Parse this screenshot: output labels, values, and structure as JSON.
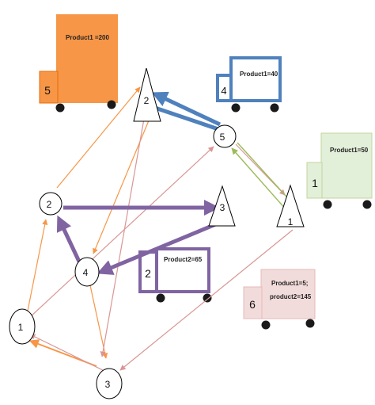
{
  "colors": {
    "orange": "#f79646",
    "blue": "#4f81bd",
    "purple": "#8064a2",
    "green": "#9bbb59",
    "salmon": "#d99694",
    "light_orange": "#f8c08a",
    "light_green": "#e2efd9",
    "light_red": "#f2dcdb",
    "wheel": "#1a1a1a"
  },
  "depots": [
    {
      "label": "1"
    },
    {
      "label": "2"
    },
    {
      "label": "3"
    }
  ],
  "customers": [
    {
      "label": "1"
    },
    {
      "label": "2"
    },
    {
      "label": "3"
    },
    {
      "label": "4"
    },
    {
      "label": "5"
    }
  ],
  "trucks": [
    {
      "number": "5",
      "cargo": "Product1 =200",
      "color": "orange"
    },
    {
      "number": "4",
      "cargo": "Product1=40",
      "color": "blue"
    },
    {
      "number": "1",
      "cargo": "Product1=50",
      "color": "green"
    },
    {
      "number": "2",
      "cargo": "Product2=65",
      "color": "purple"
    },
    {
      "number": "6",
      "cargo_line1": "Product1=5;",
      "cargo_line2": "product2=145",
      "color": "salmon"
    }
  ]
}
